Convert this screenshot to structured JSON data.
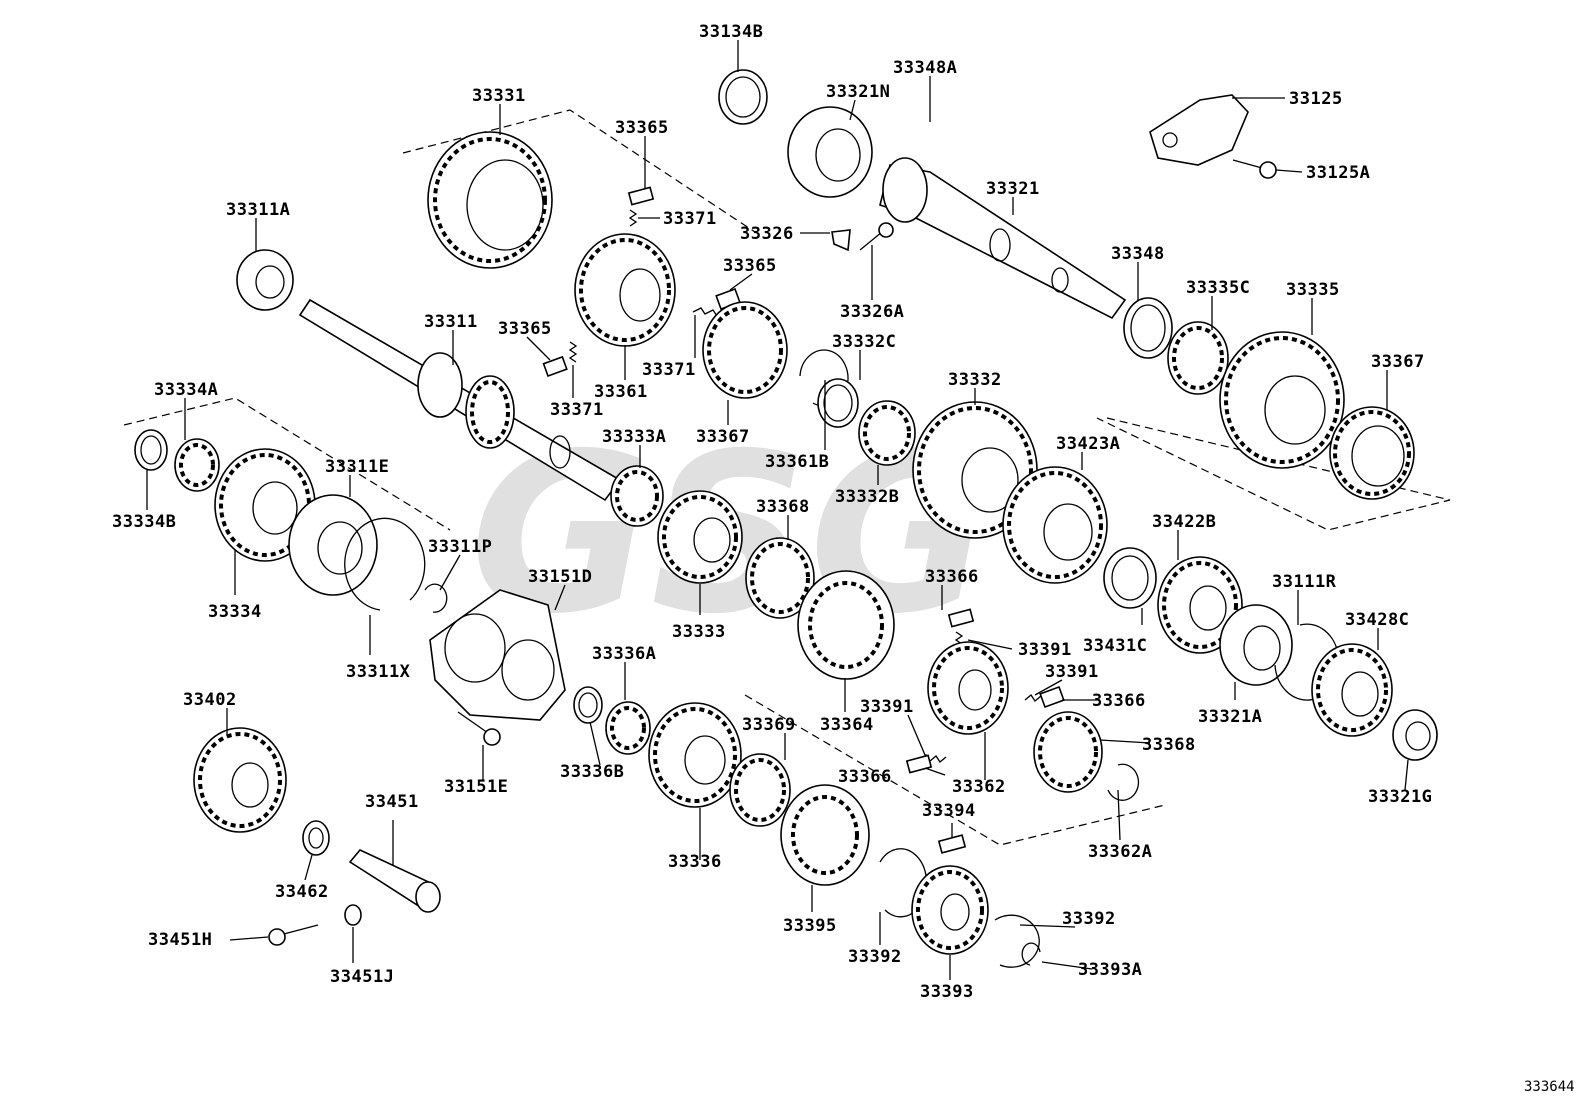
{
  "diagram": {
    "part_labels": {
      "p33134B": "33134B",
      "p33348A": "33348A",
      "p33331": "33331",
      "p33321N": "33321N",
      "p33125": "33125",
      "p33365a": "33365",
      "p33125A": "33125A",
      "p33311A": "33311A",
      "p33371a": "33371",
      "p33321": "33321",
      "p33326": "33326",
      "p33365b": "33365",
      "p33348": "33348",
      "p33326A": "33326A",
      "p33335C": "33335C",
      "p33335": "33335",
      "p33311": "33311",
      "p33365c": "33365",
      "p33332C": "33332C",
      "p33371b": "33371",
      "p33367a": "33367",
      "p33361": "33361",
      "p33332": "33332",
      "p33334A": "33334A",
      "p33371c": "33371",
      "p33333A": "33333A",
      "p33367b": "33367",
      "p33423A": "33423A",
      "p33311E": "33311E",
      "p33361B": "33361B",
      "p33332B": "33332B",
      "p33368a": "33368",
      "p33334B": "33334B",
      "p33311P": "33311P",
      "p33422B": "33422B",
      "p33151D": "33151D",
      "p33366a": "33366",
      "p33111R": "33111R",
      "p33334": "33334",
      "p33333": "33333",
      "p33391a": "33391",
      "p33428C": "33428C",
      "p33336A": "33336A",
      "p33431C": "33431C",
      "p33311X": "33311X",
      "p33391b": "33391",
      "p33366b": "33366",
      "p33402": "33402",
      "p33391c": "33391",
      "p33321A": "33321A",
      "p33369": "33369",
      "p33364": "33364",
      "p33368b": "33368",
      "p33336B": "33336B",
      "p33366c": "33366",
      "p33362": "33362",
      "p33151E": "33151E",
      "p33321G": "33321G",
      "p33451": "33451",
      "p33394": "33394",
      "p33362A": "33362A",
      "p33336": "33336",
      "p33462": "33462",
      "p33392a": "33392",
      "p33451H": "33451H",
      "p33395": "33395",
      "p33392b": "33392",
      "p33393A": "33393A",
      "p33451J": "33451J",
      "p33393": "33393"
    },
    "figure_ref": "333644",
    "watermark_text": "GSG"
  }
}
